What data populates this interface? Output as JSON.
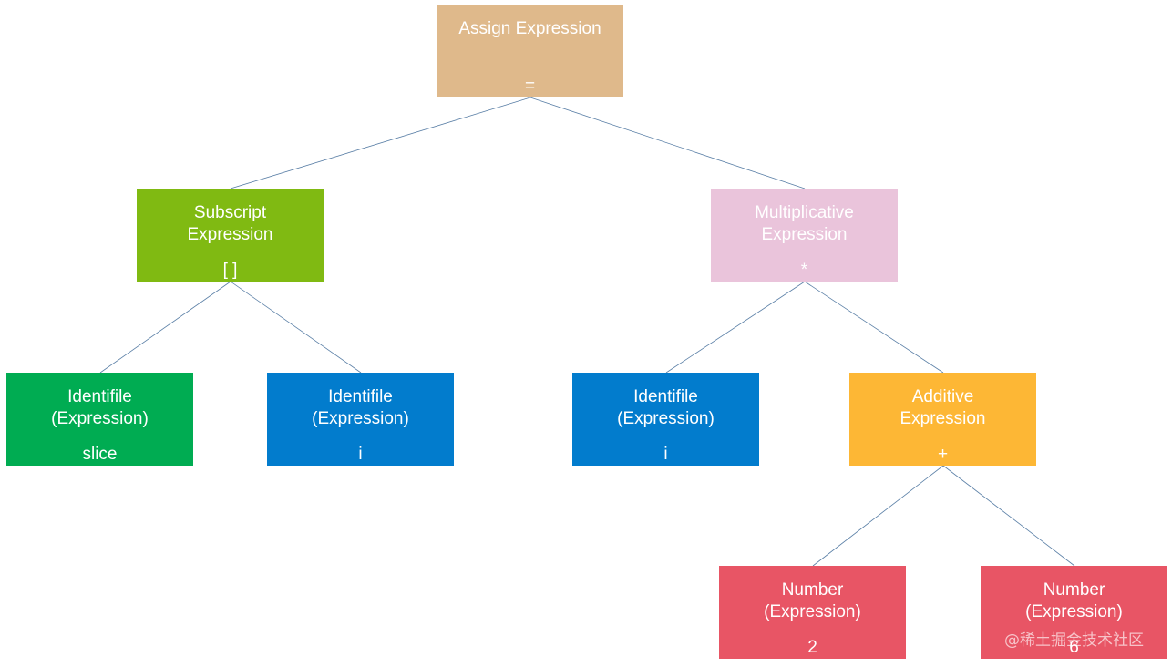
{
  "diagram": {
    "nodes": {
      "assign": {
        "title": "Assign Expression",
        "op": "=",
        "color": "#dfb98b"
      },
      "subscript": {
        "title": "Subscript\nExpression",
        "op": "[ ]",
        "color": "#80ba12"
      },
      "multiplicative": {
        "title": "Multiplicative\nExpression",
        "op": "*",
        "color": "#eac4db"
      },
      "identifier_slice": {
        "title": "Identifile\n(Expression)",
        "op": "slice",
        "color": "#00ac52"
      },
      "identifier_i_left": {
        "title": "Identifile\n(Expression)",
        "op": "i",
        "color": "#027ccd"
      },
      "identifier_i_right": {
        "title": "Identifile\n(Expression)",
        "op": "i",
        "color": "#027ccd"
      },
      "additive": {
        "title": "Additive\nExpression",
        "op": "+",
        "color": "#fdb735"
      },
      "number_2": {
        "title": "Number\n(Expression)",
        "op": "2",
        "color": "#e85565"
      },
      "number_6": {
        "title": "Number\n(Expression)",
        "op": "6",
        "color": "#e85565"
      }
    },
    "edges": [
      [
        "assign",
        "subscript"
      ],
      [
        "assign",
        "multiplicative"
      ],
      [
        "subscript",
        "identifier_slice"
      ],
      [
        "subscript",
        "identifier_i_left"
      ],
      [
        "multiplicative",
        "identifier_i_right"
      ],
      [
        "multiplicative",
        "additive"
      ],
      [
        "additive",
        "number_2"
      ],
      [
        "additive",
        "number_6"
      ]
    ]
  },
  "watermark": "@稀土掘金技术社区"
}
